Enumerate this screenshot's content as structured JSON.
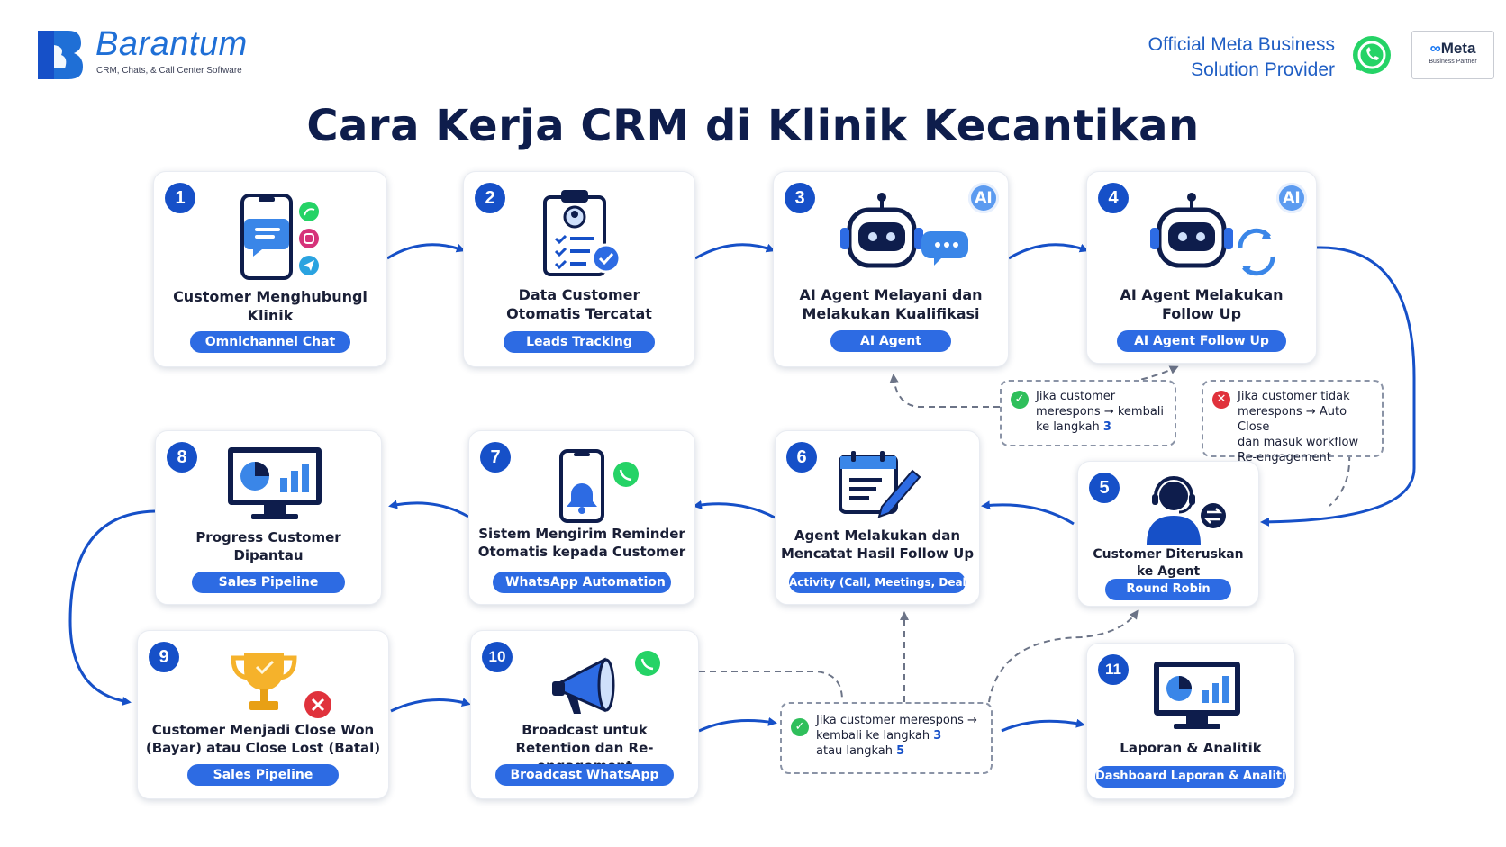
{
  "header": {
    "logo_text": "Barantum",
    "logo_tagline": "CRM, Chats, & Call Center Software",
    "partner_line1": "Official Meta Business",
    "partner_line2": "Solution Provider",
    "meta_badge_name": "Meta",
    "meta_badge_sub": "Business Partner"
  },
  "title": "Cara Kerja CRM di Klinik Kecantikan",
  "steps": [
    {
      "num": "1",
      "title_l1": "Customer Menghubungi",
      "title_l2": "Klinik",
      "tag": "Omnichannel Chat"
    },
    {
      "num": "2",
      "title_l1": "Data Customer",
      "title_l2": "Otomatis Tercatat",
      "tag": "Leads Tracking"
    },
    {
      "num": "3",
      "title_l1": "AI Agent Melayani dan",
      "title_l2": "Melakukan Kualifikasi",
      "tag": "AI Agent",
      "badge": "AI"
    },
    {
      "num": "4",
      "title_l1": "AI Agent Melakukan",
      "title_l2": "Follow Up",
      "tag": "AI Agent Follow Up",
      "badge": "AI"
    },
    {
      "num": "5",
      "title_l1": "Customer Diteruskan",
      "title_l2": "ke Agent",
      "tag": "Round Robin"
    },
    {
      "num": "6",
      "title_l1": "Agent Melakukan dan",
      "title_l2": "Mencatat Hasil Follow Up",
      "tag": "Activity (Call, Meetings, Deals)"
    },
    {
      "num": "7",
      "title_l1": "Sistem Mengirim Reminder",
      "title_l2": "Otomatis kepada Customer",
      "tag": "WhatsApp Automation"
    },
    {
      "num": "8",
      "title_l1": "Progress Customer",
      "title_l2": "Dipantau",
      "tag": "Sales Pipeline"
    },
    {
      "num": "9",
      "title_l1": "Customer Menjadi Close Won",
      "title_l2": "(Bayar) atau Close Lost (Batal)",
      "tag": "Sales Pipeline"
    },
    {
      "num": "10",
      "title_l1": "Broadcast untuk",
      "title_l2": "Retention dan Re-engagement",
      "tag": "Broadcast WhatsApp"
    },
    {
      "num": "11",
      "title_l1": "Laporan & Analitik",
      "title_l2": "",
      "tag": "Dashboard Laporan & Analitik"
    }
  ],
  "notes": {
    "respond_a": {
      "l1": "Jika customer",
      "l2": "merespons → kembali",
      "l3_pre": "ke langkah ",
      "l3_num": "3"
    },
    "no_respond": {
      "l1": "Jika customer tidak",
      "l2": "merespons → Auto Close",
      "l3": "dan masuk workflow",
      "l4": "Re-engagement"
    },
    "respond_b": {
      "l1": "Jika customer merespons →",
      "l2_pre": "kembali ke langkah ",
      "l2_num": "3",
      "l3_pre": "atau langkah ",
      "l3_num": "5"
    }
  },
  "colors": {
    "primary": "#1650c8",
    "pill": "#2d6be3",
    "title": "#0e1d4c",
    "whatsapp": "#25d366",
    "error": "#e0323c",
    "success": "#2fbf5b"
  }
}
